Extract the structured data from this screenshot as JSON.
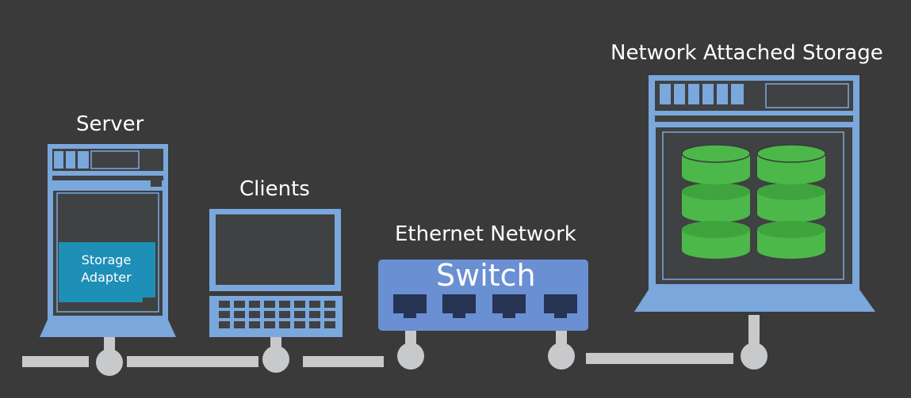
{
  "labels": {
    "server": "Server",
    "clients": "Clients",
    "ethernet": "Ethernet Network",
    "nas": "Network Attached Storage",
    "switch": "Switch",
    "adapter_line1": "Storage",
    "adapter_line2": "Adapter"
  },
  "colors": {
    "background": "#3a3a3b",
    "device_blue": "#7aa7dc",
    "switch_blue": "#6a8fd3",
    "screen_dark": "#404142",
    "port_navy": "#273352",
    "adapter_teal": "#1e8fb6",
    "disk_green": "#4cb84a",
    "cable_gray": "#c8c9cb"
  },
  "icons": [
    "server-icon",
    "laptop-icon",
    "switch-icon",
    "nas-icon",
    "disk-icon",
    "ethernet-port-icon"
  ]
}
